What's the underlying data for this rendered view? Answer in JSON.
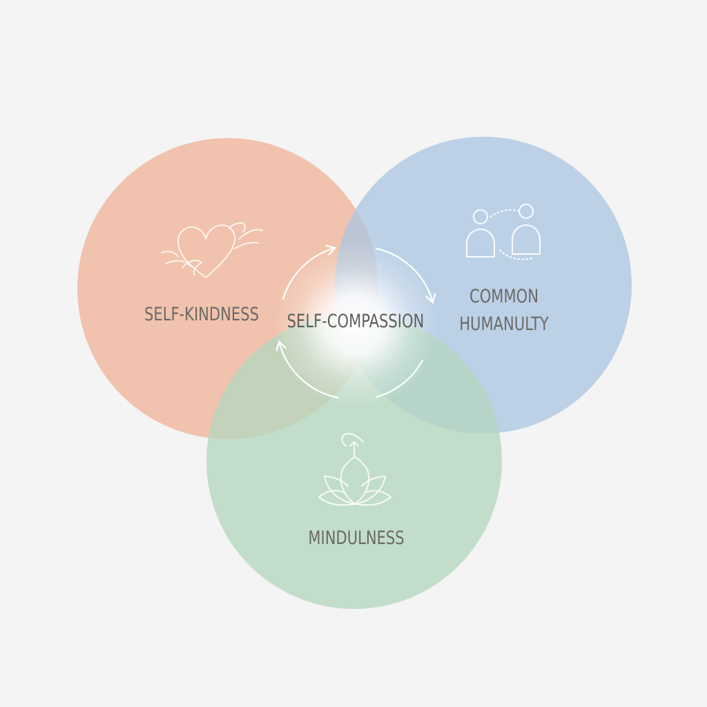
{
  "diagram": {
    "center_label": "SELF-COMPASSION",
    "circles": {
      "self_kindness": {
        "label": "SELF-KINDNESS",
        "icon": "heart-icon",
        "color": "#f0bba2"
      },
      "common_humanity": {
        "label_line1": "COMMON",
        "label_line2": "HUMANULTY",
        "icon": "people-icon",
        "color": "#adc8e2"
      },
      "mindfulness": {
        "label": "MINDULNESS",
        "icon": "lotus-icon",
        "color": "#b8d7c2"
      }
    },
    "cycle_icon": "circular-arrows-icon",
    "background": "#f4f4f4"
  }
}
